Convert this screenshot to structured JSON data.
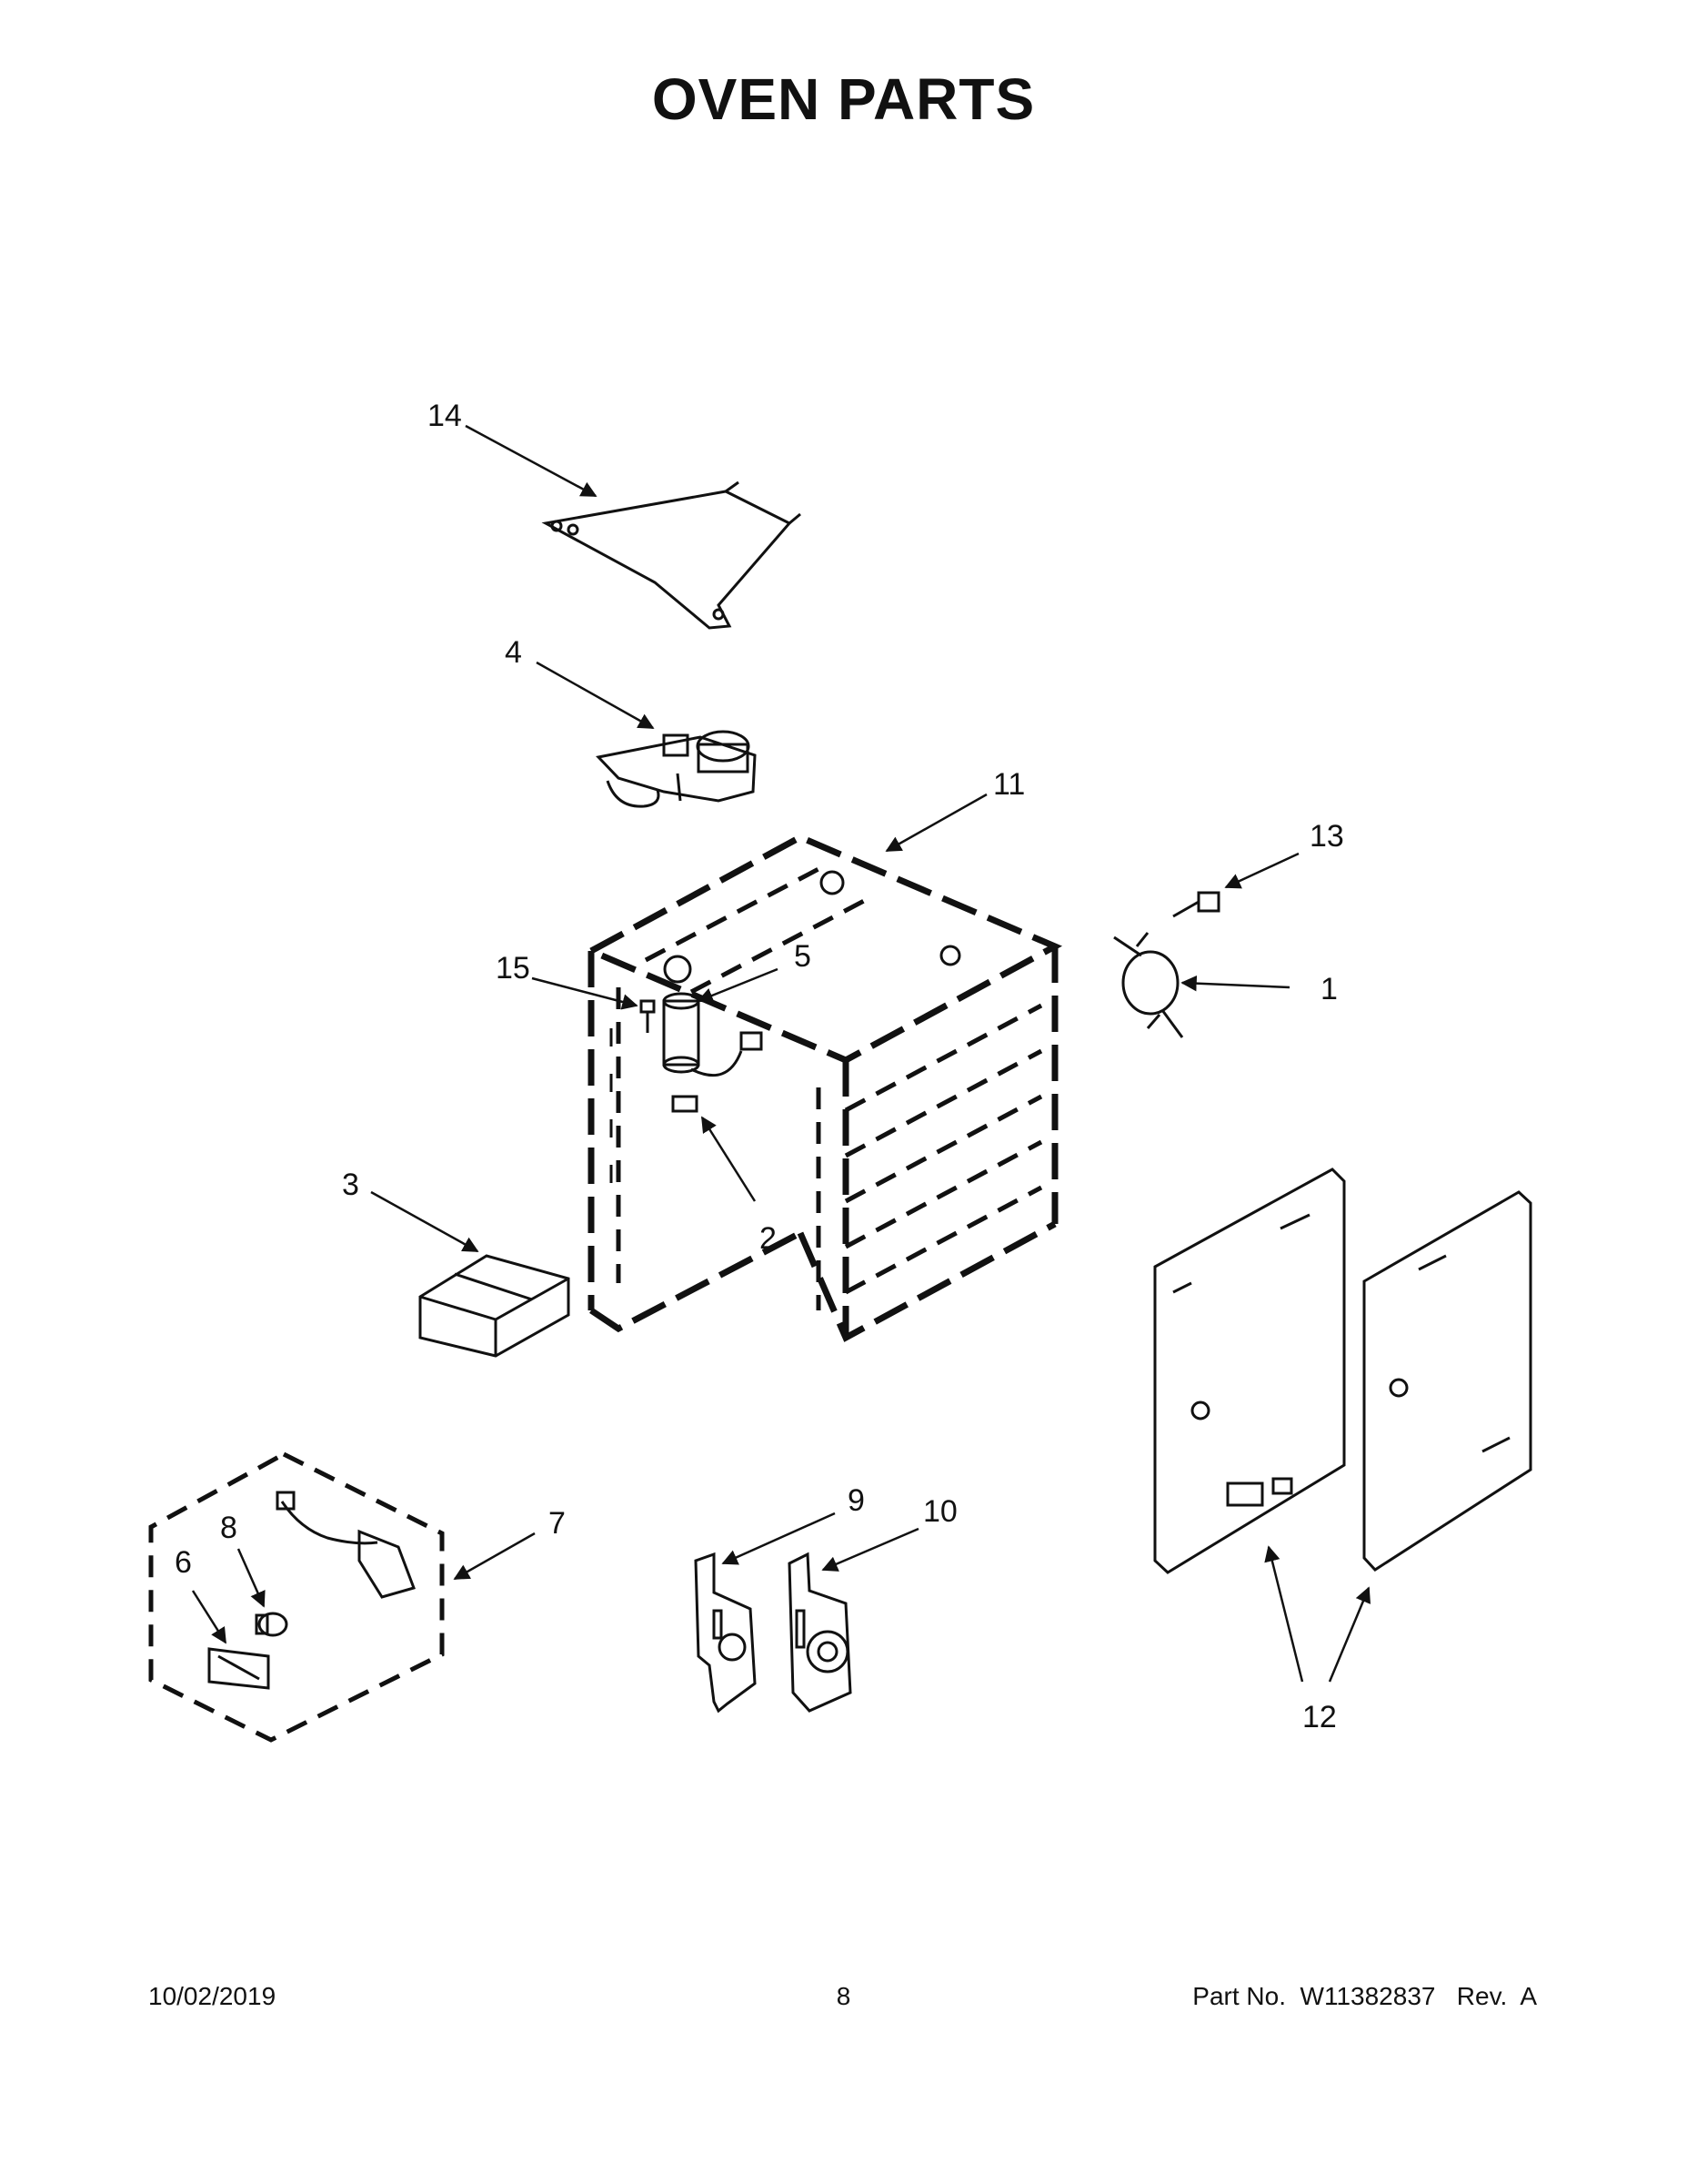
{
  "page": {
    "title": "OVEN PARTS"
  },
  "callouts": [
    {
      "id": "c14",
      "text": "14"
    },
    {
      "id": "c4",
      "text": "4"
    },
    {
      "id": "c11",
      "text": "11"
    },
    {
      "id": "c13",
      "text": "13"
    },
    {
      "id": "c15",
      "text": "15"
    },
    {
      "id": "c5",
      "text": "5"
    },
    {
      "id": "c1",
      "text": "1"
    },
    {
      "id": "c3",
      "text": "3"
    },
    {
      "id": "c2",
      "text": "2"
    },
    {
      "id": "c7",
      "text": "7"
    },
    {
      "id": "c8",
      "text": "8"
    },
    {
      "id": "c6",
      "text": "6"
    },
    {
      "id": "c9",
      "text": "9"
    },
    {
      "id": "c10",
      "text": "10"
    },
    {
      "id": "c12",
      "text": "12"
    }
  ],
  "footer": {
    "date": "10/02/2019",
    "page_number": "8",
    "part_number": "Part No.  W11382837   Rev.  A"
  }
}
